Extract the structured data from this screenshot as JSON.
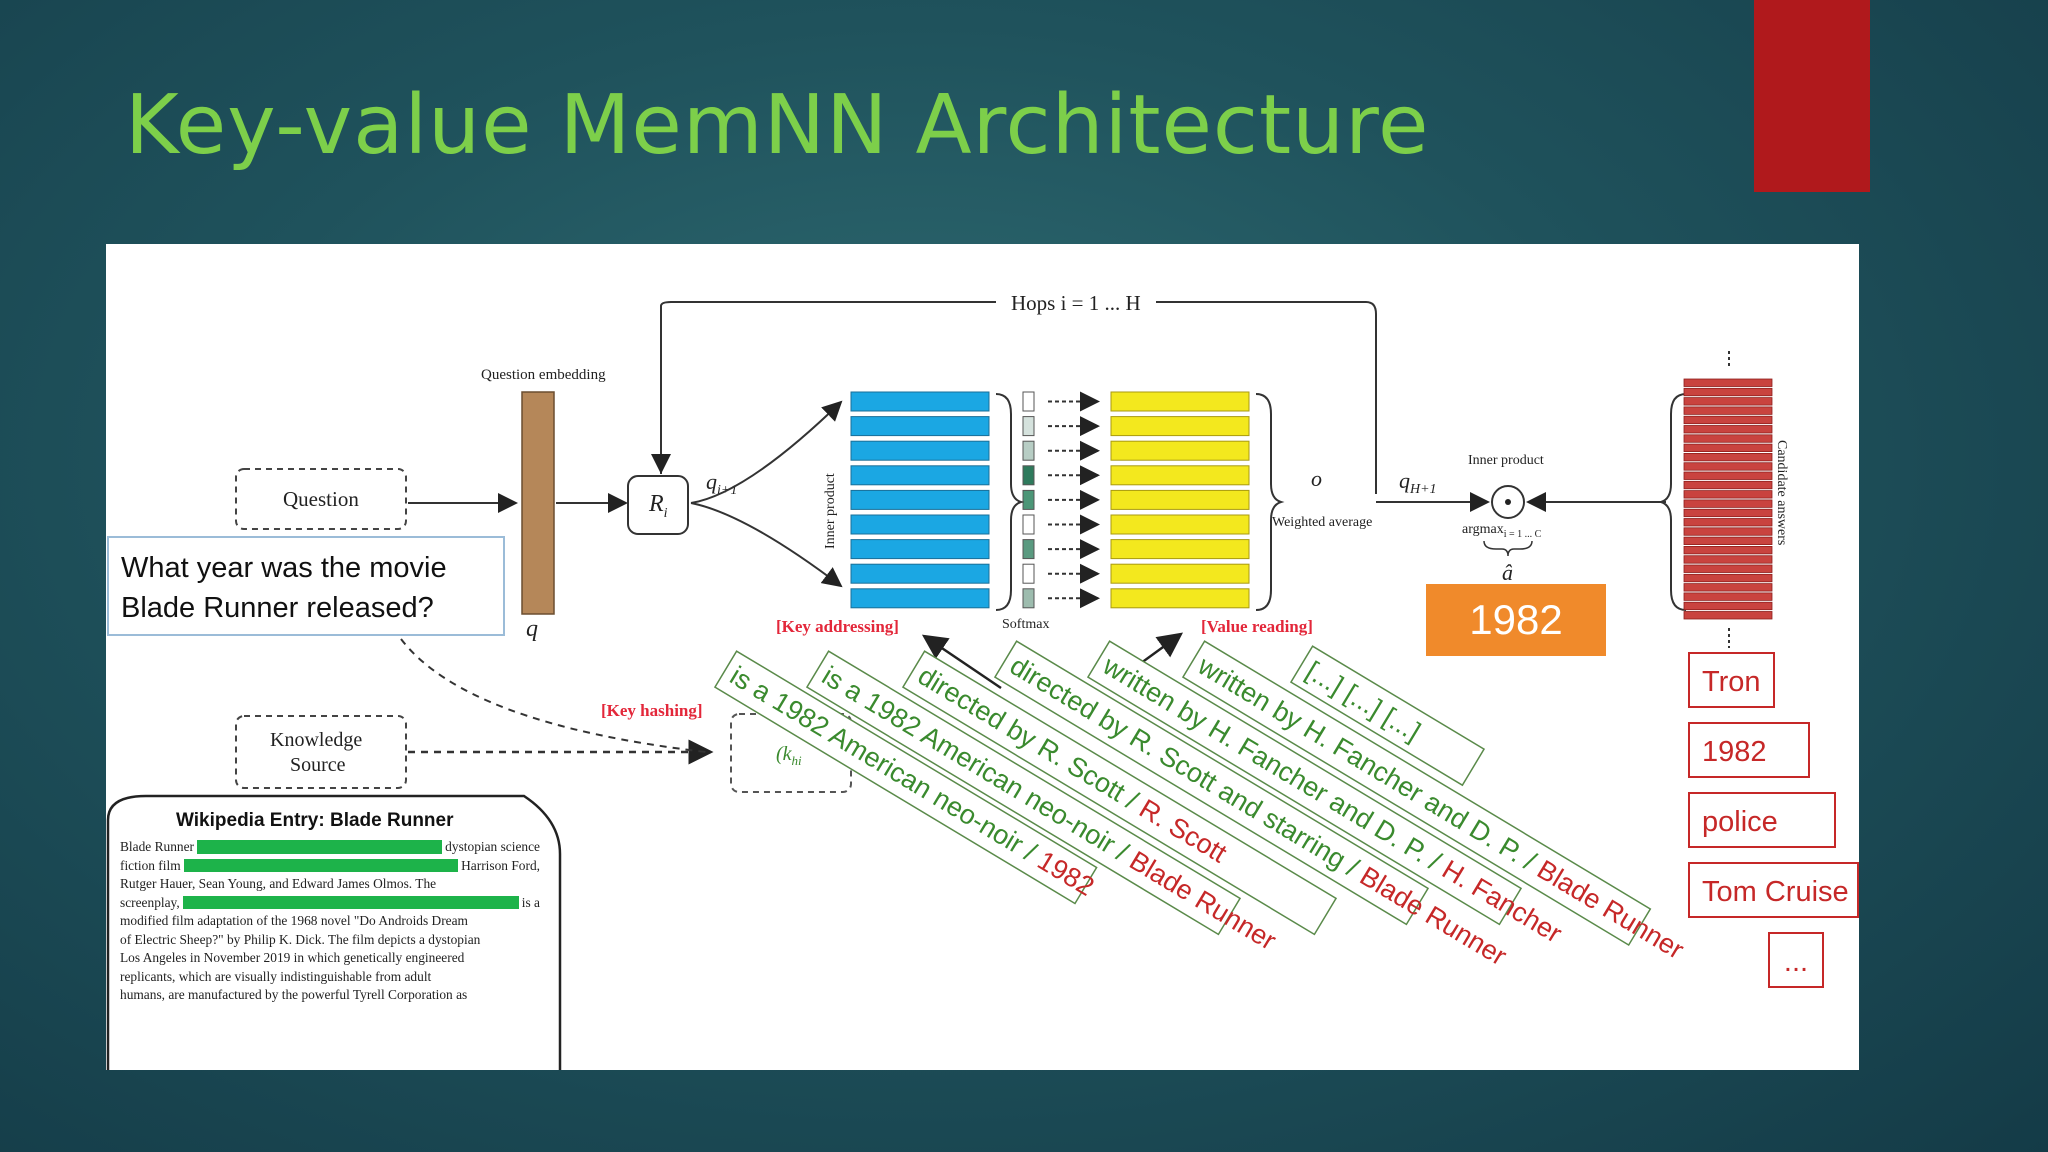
{
  "title": "Key-value MemNN Architecture",
  "diagram": {
    "hops_label": "Hops i = 1 ... H",
    "question_embedding_label": "Question embedding",
    "question_label": "Question",
    "q_label": "q",
    "r_label": "R",
    "r_sub": "i",
    "q_next_label": "q",
    "q_next_sub": "i+1",
    "inner_product_vertical": "Inner product",
    "softmax_label": "Softmax",
    "key_addressing_label": "[Key addressing]",
    "value_reading_label": "[Value reading]",
    "key_hashing_label": "[Key hashing]",
    "o_label": "o",
    "weighted_average_label": "Weighted average",
    "qh_label": "q",
    "qh_sub": "H+1",
    "inner_product_label": "Inner product",
    "argmax_label": "argmax",
    "argmax_sub": "i = 1 ... C",
    "a_hat_label": "â",
    "candidate_answers_label": "Candidate answers",
    "knowledge_source_line1": "Knowledge",
    "knowledge_source_line2": "Source",
    "khi_label": "(k",
    "khi_sub": "hi"
  },
  "question_text_line1": "What year was the movie",
  "question_text_line2": "Blade Runner released?",
  "answer": "1982",
  "candidates": [
    "Tron",
    "1982",
    "police",
    "Tom Cruise",
    "..."
  ],
  "memory_entries": [
    {
      "key": "is a 1982 American neo-noir /",
      "value": "1982"
    },
    {
      "key": "is a 1982 American neo-noir /",
      "value": "Blade Runner"
    },
    {
      "key": "directed by R. Scott /",
      "value": "R. Scott"
    },
    {
      "key": "directed by R. Scott and starring /",
      "value": "Blade Runner"
    },
    {
      "key": "written by H. Fancher and D. P. /",
      "value": "H. Fancher"
    },
    {
      "key": "written by H. Fancher and D. P. /",
      "value": "Blade Runner"
    },
    {
      "key": "[...] [...] [...]",
      "value": ""
    }
  ],
  "wiki": {
    "title": "Wikipedia Entry: Blade Runner",
    "line1_a": "Blade Runner",
    "line1_b": "dystopian science",
    "line2_a": "fiction film",
    "line2_b": "Harrison Ford,",
    "line3": "Rutger Hauer, Sean Young, and Edward James Olmos. The",
    "line4_a": "screenplay,",
    "line4_b": "is a",
    "line5": "modified film adaptation of the 1968 novel \"Do Androids Dream",
    "line6": "of Electric Sheep?\" by Philip K. Dick. The film depicts a dystopian",
    "line7": "Los Angeles in November 2019 in which genetically engineered",
    "line8": "replicants, which are visually indistinguishable from adult",
    "line9": "humans, are manufactured by the powerful Tyrell Corporation as"
  },
  "colors": {
    "title": "#7dcf4a",
    "accent": "#b0191c",
    "key_blue": "#1ba7e3",
    "value_yellow": "#f3e81e",
    "embedding_brown": "#b58759",
    "answer_orange": "#f08a2b",
    "candidate_red": "#c62828",
    "memory_green": "#3a8a2e"
  }
}
